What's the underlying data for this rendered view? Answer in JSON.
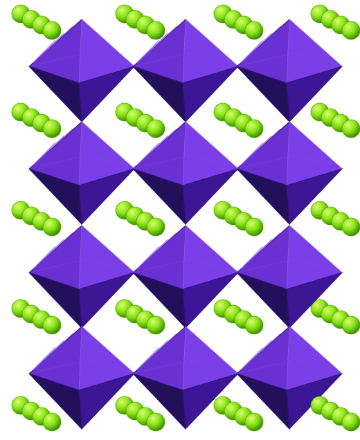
{
  "structure": {
    "octahedra_grid": {
      "columns": 3,
      "rows": 4
    },
    "atom_chains": {
      "columns": 4,
      "rows": 5,
      "atoms_per_chain": 4
    },
    "colors": {
      "background": "#ffffff",
      "octahedron_top": "#7a3fe6",
      "octahedron_top_edge": "#8a55ee",
      "octahedron_left": "#6a31d2",
      "octahedron_right": "#3b1795",
      "octahedron_bottom": "#23105a",
      "octahedron_outline": "#2d1276",
      "atom_light": "#d8ff6c",
      "atom_mid": "#86e017",
      "atom_dark": "#3d8d00",
      "atom_outline": "#5aa800"
    }
  }
}
